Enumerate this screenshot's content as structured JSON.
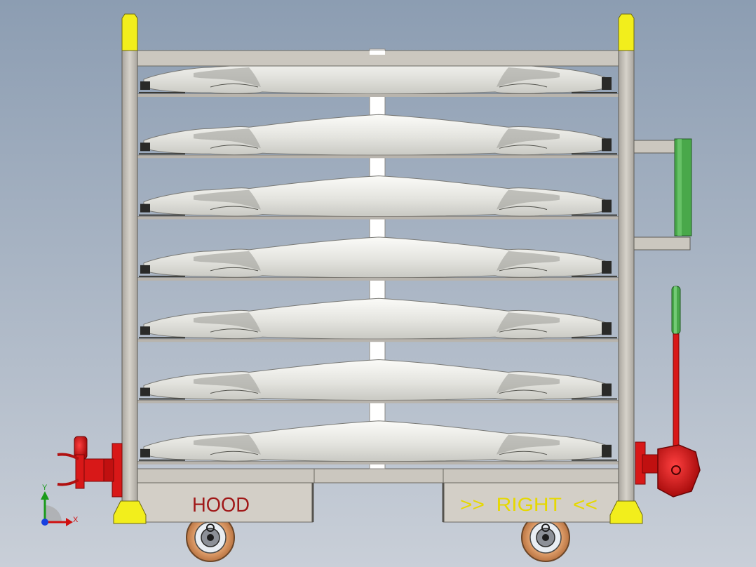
{
  "labels": {
    "left_panel": "HOOD",
    "right_panel": ">>  RIGHT  <<"
  },
  "triad": {
    "y_axis": "Y",
    "x_axis": "X"
  },
  "rack": {
    "shelf_count": 7
  },
  "colors": {
    "background_top": "#8fa0b4",
    "background_bottom": "#c7cdd6",
    "frame": "#c8c4bc",
    "cap_yellow": "#f2ee1c",
    "handle_green": "#49a84a",
    "lever_red": "#d81818",
    "hood_text": "#a01818",
    "right_text": "#e6d800"
  }
}
